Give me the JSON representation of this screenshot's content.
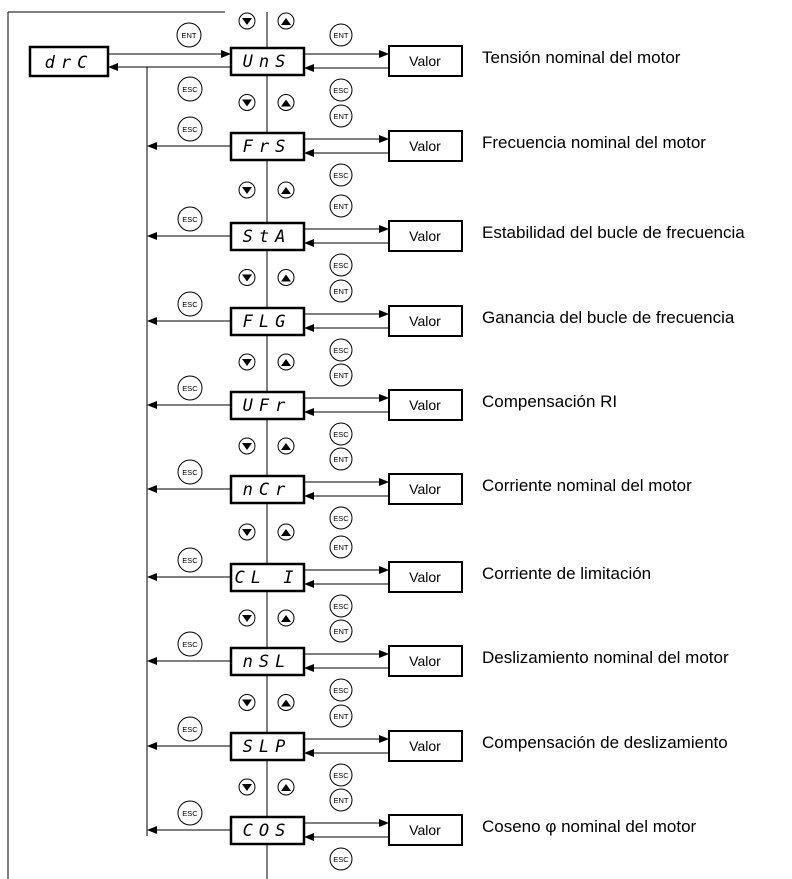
{
  "menu": {
    "code": "drC"
  },
  "labels": {
    "valor": "Valor",
    "ent": "ENT",
    "esc": "ESC"
  },
  "parameters": [
    {
      "code": "UnS",
      "description": "Tensión nominal del motor"
    },
    {
      "code": "FrS",
      "description": "Frecuencia nominal del motor"
    },
    {
      "code": "StA",
      "description": "Estabilidad del bucle de frecuencia"
    },
    {
      "code": "FLG",
      "description": "Ganancia del bucle de frecuencia"
    },
    {
      "code": "UFr",
      "description": "Compensación RI"
    },
    {
      "code": "nCr",
      "description": "Corriente nominal del motor"
    },
    {
      "code": "CL I",
      "description": "Corriente de limitación"
    },
    {
      "code": "nSL",
      "description": "Deslizamiento nominal del motor"
    },
    {
      "code": "SLP",
      "description": "Compensación de deslizamiento"
    },
    {
      "code": "COS",
      "description": "Coseno φ nominal del motor"
    }
  ]
}
